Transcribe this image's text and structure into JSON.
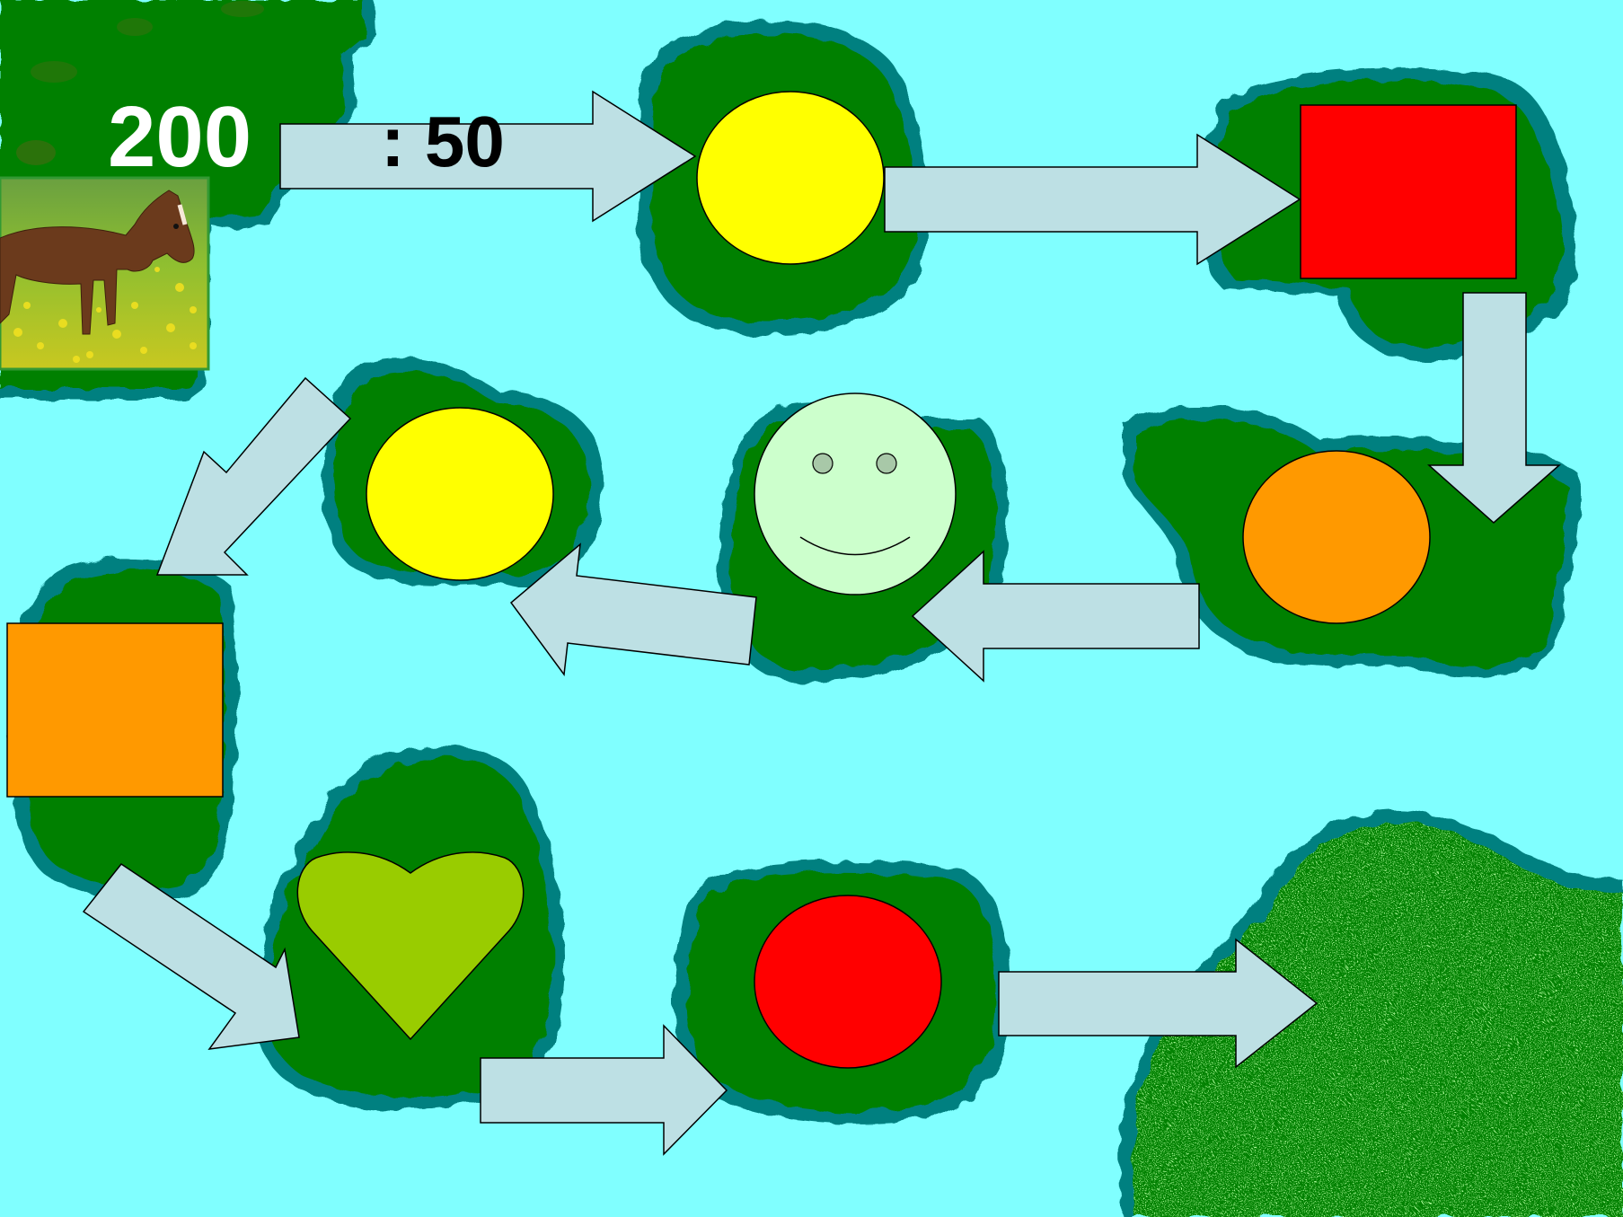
{
  "game": {
    "start_number": "200",
    "first_operation": ": 50",
    "start_image": "horse-foal-photo",
    "path_steps": [
      {
        "shape": "circle",
        "color": "#ffff00"
      },
      {
        "shape": "square",
        "color": "#ff0000"
      },
      {
        "shape": "circle",
        "color": "#ff9900"
      },
      {
        "shape": "smiley",
        "color": "#ccffcc"
      },
      {
        "shape": "circle",
        "color": "#ffff00"
      },
      {
        "shape": "square",
        "color": "#ff9900"
      },
      {
        "shape": "heart",
        "color": "#99cc00"
      },
      {
        "shape": "circle",
        "color": "#ff0000"
      }
    ],
    "finish": "textured-green-island"
  },
  "colors": {
    "water": "#80ffff",
    "island": "#008000",
    "shore": "#008080",
    "arrow": "#bde0e4"
  }
}
